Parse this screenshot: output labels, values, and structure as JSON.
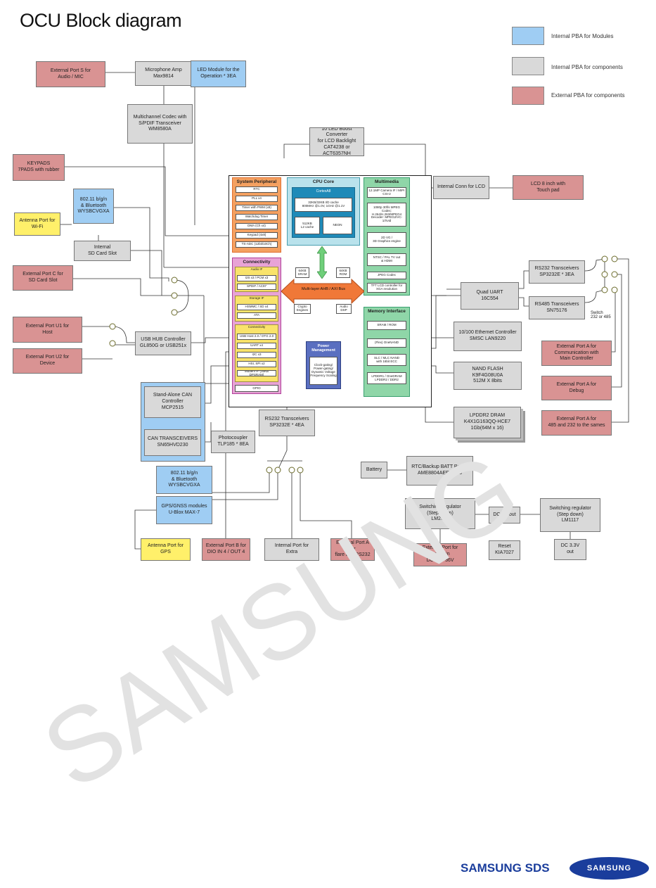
{
  "title": "OCU Block diagram",
  "legend": [
    {
      "label": "Internal PBA for Modules",
      "color": "#9fcdf3"
    },
    {
      "label": "Internal PBA for components",
      "color": "#d9d9d9"
    },
    {
      "label": "External PBA for components",
      "color": "#d99393"
    }
  ],
  "blocks": {
    "ext_port_s": "External Port S for\nAudio / MIC",
    "mic_amp": "Microphone Amp\nMax9814",
    "led_module": "LED Module for the\nOperation * 3EA",
    "codec": "Multichannel Codec with\nS/PDIF Transceiver\nWM8580A",
    "led_boost": "10 LED Boost Converter\nfor LCD Backlight\nCAT4238 or ACT6357NH",
    "keypads": "KEYPADS\n7PADS with rubber",
    "wifi_top": "802.11 b/g/n\n& Bluetooth\nWYSBCVGXA",
    "antenna_wifi": "Antenna Port for\nWi-Fi",
    "sd_slot": "Internal\nSD Card Slot",
    "ext_port_c": "External Port C for\nSD Card Slot",
    "ext_port_u1": "External Port U1 for\nHost",
    "usb_hub": "USB HUB Controller\nGL850G or USB251x",
    "ext_port_u2": "External Port U2 for\nDevice",
    "can_ctrl": "Stand-Alone CAN\nController\nMCP2515",
    "can_tx": "CAN TRANSCEIVERS\nSN65HVD230",
    "photocoupler": "Photocoupler\nTLP185 * 8EA",
    "rs232_main": "RS232 Transceivers\nSP3232E * 4EA",
    "wifi_bottom": "802.11 b/g/n\n& Bluetooth\nWYSBCVGXA",
    "gps": "GPS/GNSS modules\nU-Blox MAX-7",
    "antenna_gps": "Antenna Port for\nGPS",
    "ext_port_b": "External Port B for\nDIO IN 4 / OUT 4",
    "int_port_extra": "Internal Port for\nExtra",
    "ext_port_a_flare": "External Port A for\nflare box RS232",
    "int_conn_lcd": "Internal Conn for LCD",
    "lcd": "LCD 8 inch with\nTouch pad",
    "quad_uart": "Quad UART\n16C554",
    "rs232_right": "RS232 Transceivers\nSP3232E * 3EA",
    "rs485": "RS485 Transceivers\nSN75176",
    "switch_note": "Switch\n232 or 485",
    "ethernet": "10/100 Ethernet Controller\nSMSC LAN9220",
    "nand": "NAND FLASH\nK9F4G08U0A\n512M X 8bits",
    "lpddr2": "LPDDR2 DRAM\nK4X1G163QQ-HCE7\n1Gb(64M x 16)",
    "ext_port_a_comm": "External Port A for\nCommunication with\nMain Controller",
    "ext_port_a_debug": "External Port A for\nDebug",
    "ext_port_a_485": "External Port A for\n485 and 232 to the sames",
    "battery": "Battery",
    "rtc": "RTC/Backup BATT Power\nAME8804AEEV_3.3",
    "sw_reg_1": "Switching regulator\n(Step down)\nLM2679",
    "dc5v": "DC 5V out",
    "sw_reg_2": "Switching regulator\n(Step down)\nLM1117",
    "ext_power": "External Port for\nPower in DC12V~36V",
    "reset": "Reset\nKIA7027",
    "dc33v": "DC 3.3V out"
  },
  "soc": {
    "system_peripherals": {
      "title": "System Peripheral",
      "items": [
        "RTC",
        "PLL x4",
        "Timer with PWM (x8)",
        "Watchdog Timer",
        "DMA (Ch x4)",
        "Keypad (4x8)",
        "TS-ADC (12bit/10Ch)"
      ]
    },
    "cpu_core": {
      "title": "CPU Core",
      "subtitle": "CortexA8",
      "line1": "32KB/32KB I/D cache\n800MHz @1.0V, 1GHz @1.1V",
      "cache": "512KB\nL2 cache",
      "neon": "NEON"
    },
    "multimedia": {
      "title": "Multimedia",
      "items": [
        "12.1MP Camera IF / MIPI CSI-2",
        "1080p 30f/s MPEG\nCodec: H.264/H.263/MPEG4\nDecoder: MPEG2/VC-1/Xvid",
        "2D VG /\n3D Graphics engine",
        "NTSC / PAL TV out\n& HDMI",
        "JPEG Codec",
        "TFT LCD controller for\nXGA resolution"
      ]
    },
    "connectivity": {
      "title": "Connectivity",
      "audio_if": "Audio IF",
      "audio_items": [
        "I2S x3 / PCM x3",
        "SPDIF / AC97"
      ],
      "storage_if": "Storage IF",
      "storage_items": [
        "HSMMC / SD x4",
        "ATA"
      ],
      "conn_label": "Connectivity",
      "conn_items": [
        "USB Host 2.0 / OTG 2.0",
        "UART x4",
        "I2C x3",
        "HSI, SPI x2",
        "Modem IF (16KB DPSRAM)"
      ],
      "gpio": "GPIO"
    },
    "bus": "Multi-layer AHB / AXI Bus",
    "sram": "64KB\nSRAM",
    "rom": "64KB\nROM",
    "crypto": "Crypto\nEngines",
    "audio_dsp": "Audio\nDSP",
    "power": {
      "title": "Power\nManagement",
      "body": "Clock-gating/\nPower-gating/\nDynamic Voltage\nFrequency Scaling"
    },
    "memory": {
      "title": "Memory Interface",
      "items": [
        "SRAM / ROM",
        "(Flex) OneNAND",
        "SLC / MLC NAND\nwith 16bit ECC",
        "LPDDR1 / OneDRAM\nLPDDR2 / DDR2"
      ]
    }
  },
  "brand": {
    "sds": "SAMSUNG SDS",
    "samsung": "SAMSUNG",
    "watermark": "SAMSUNG"
  }
}
